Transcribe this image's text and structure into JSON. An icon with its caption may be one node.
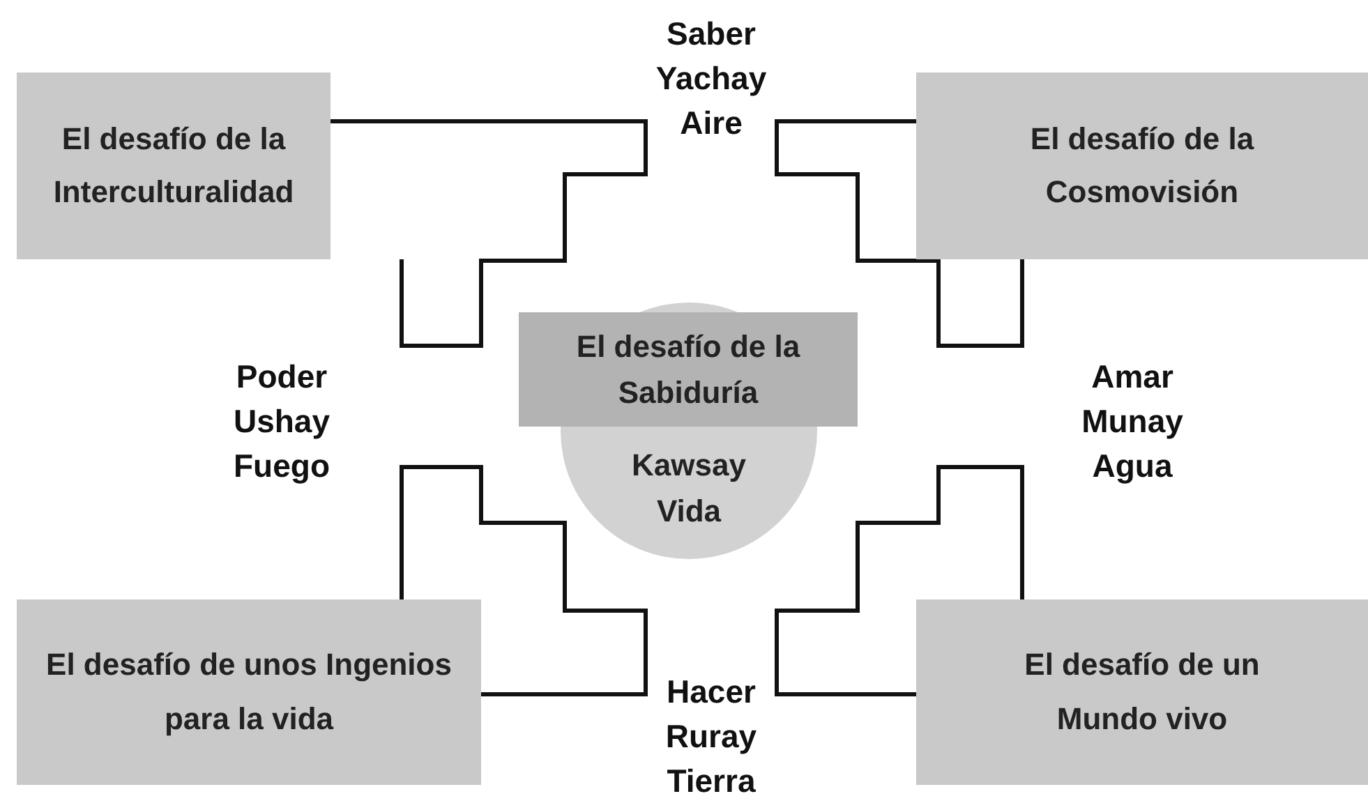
{
  "diagram": {
    "nodes": [
      {
        "text": [
          "El desafío de la Interculturalidad"
        ]
      },
      {
        "text": [
          "El desafío de la Cosmovisión"
        ]
      },
      {
        "text": [
          "Kawsay Vida"
        ]
      },
      {
        "text": [
          "El desafío de la Sabiduría"
        ]
      },
      {
        "text": [
          "El desafío de unos Ingenios para la vida"
        ]
      },
      {
        "text": [
          "El desafío de un Mundo vivo"
        ]
      }
    ],
    "labels": [
      "Saber Yachay Aire",
      "Poder Ushay Fuego",
      "Amar Munay Agua",
      "Hacer Ruray Tierra"
    ]
  }
}
